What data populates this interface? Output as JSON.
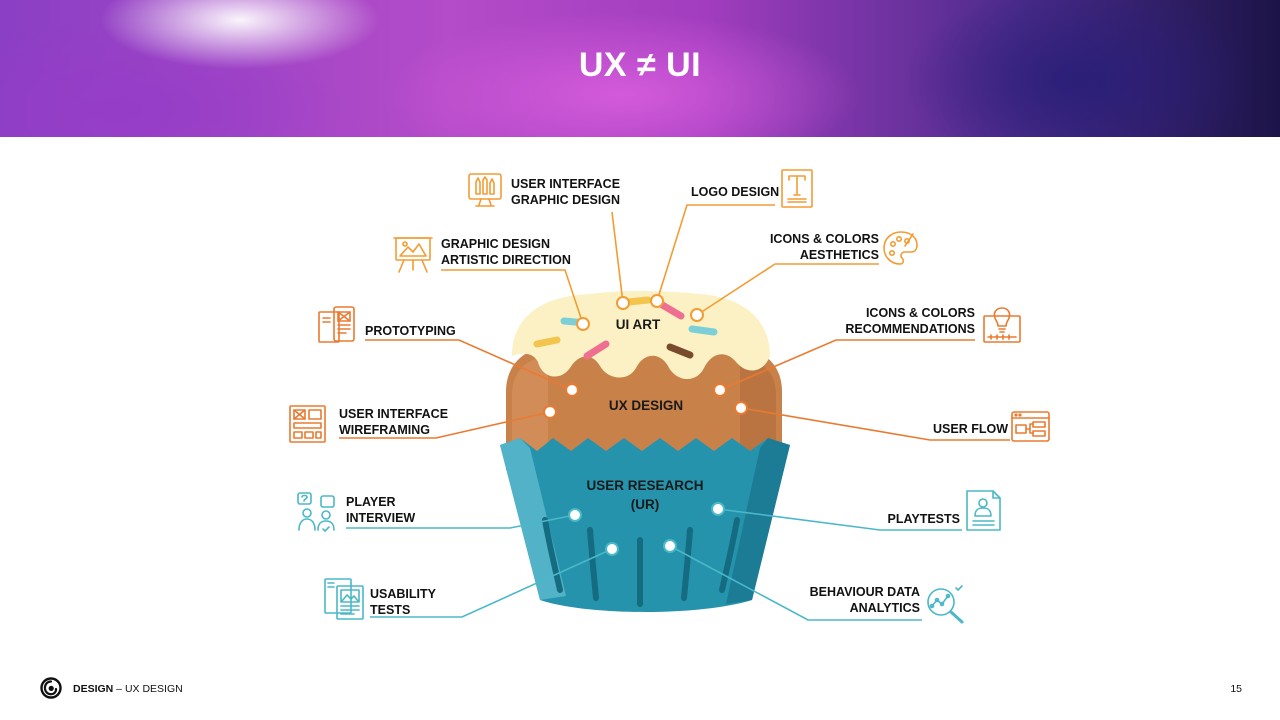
{
  "slide": {
    "title": "UX ≠ UI",
    "footer": {
      "category": "DESIGN",
      "separator": " – ",
      "section": "UX DESIGN"
    },
    "page_number": "15"
  },
  "cupcake": {
    "frosting_label": "UI ART",
    "cake_label": "UX DESIGN",
    "wrapper_label_line1": "USER RESEARCH",
    "wrapper_label_line2": "(UR)"
  },
  "colors": {
    "ui_art": "#f39c33",
    "ux_design": "#ea7a30",
    "user_research": "#4ab8c8"
  },
  "ui_art_items": [
    {
      "line1": "USER INTERFACE",
      "line2": "GRAPHIC DESIGN",
      "icon": "monitor-pencils-icon"
    },
    {
      "line1": "LOGO DESIGN",
      "icon": "text-document-icon"
    },
    {
      "line1": "GRAPHIC DESIGN",
      "line2": "ARTISTIC DIRECTION",
      "icon": "easel-icon"
    },
    {
      "line1": "ICONS & COLORS",
      "line2": "AESTHETICS",
      "icon": "palette-icon"
    }
  ],
  "ux_design_items": [
    {
      "line1": "PROTOTYPING",
      "icon": "prototype-devices-icon"
    },
    {
      "line1": "ICONS & COLORS",
      "line2": "RECOMMENDATIONS",
      "icon": "lightbulb-blueprint-icon"
    },
    {
      "line1": "USER INTERFACE",
      "line2": "WIREFRAMING",
      "icon": "wireframe-icon"
    },
    {
      "line1": "USER FLOW",
      "icon": "flow-window-icon"
    }
  ],
  "user_research_items": [
    {
      "line1": "PLAYER",
      "line2": "INTERVIEW",
      "icon": "interview-icon"
    },
    {
      "line1": "PLAYTESTS",
      "icon": "profile-document-icon"
    },
    {
      "line1": "USABILITY",
      "line2": "TESTS",
      "icon": "usability-screens-icon"
    },
    {
      "line1": "BEHAVIOUR DATA",
      "line2": "ANALYTICS",
      "icon": "analytics-magnifier-icon"
    }
  ]
}
